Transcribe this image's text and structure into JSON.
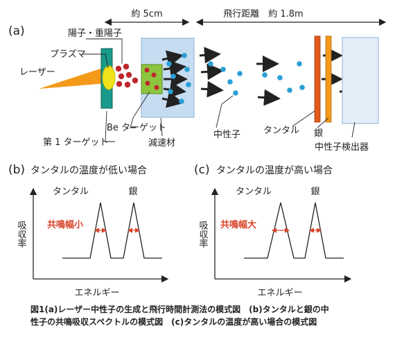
{
  "panel_a": {
    "label": "(a)",
    "distance_short": "約 5cm",
    "distance_long": "飛行距離　約 1.8m",
    "anode_cathode": "陽子・重陽子",
    "plasma": "プラズマ",
    "laser": "レーザー",
    "be_target": "Be ターゲット",
    "first_target": "第 1 ターゲット",
    "moderator": "減速材",
    "neutron": "中性子",
    "tantalum": "タンタル",
    "silver": "銀",
    "detector": "中性子検出器"
  },
  "panel_b": {
    "label": "(b)",
    "title": "タンタルの温度が低い場合",
    "ylabel": "吸収率",
    "xlabel": "エネルギー",
    "peak1": "タンタル",
    "peak2": "銀",
    "width_label": "共鳴幅",
    "width_value": "小"
  },
  "panel_c": {
    "label": "(c)",
    "title": "タンタルの温度が高い場合",
    "ylabel": "吸収率",
    "xlabel": "エネルギー",
    "peak1": "タンタル",
    "peak2": "銀",
    "width_label": "共鳴幅",
    "width_value": "大"
  },
  "caption": {
    "line1": "図1(a)レーザー中性子の生成と飛行時間計測法の模式図　(b)タンタルと銀の中",
    "line2": "性子の共鳴吸収スペクトルの模式図　(c)タンタルの温度が高い場合の模式図"
  },
  "colors": {
    "laser": "#f39a1b",
    "plasma": "#f0e21a",
    "first_target": "#1a9a8a",
    "be_target": "#8cc63f",
    "moderator": "#c6dcf0",
    "proton": "#c0272d",
    "neutron": "#2a9fd6",
    "tantalum": "#e05a1e",
    "silver": "#f39a1b",
    "detector": "#e4eef8",
    "accent": "#d9442b"
  }
}
